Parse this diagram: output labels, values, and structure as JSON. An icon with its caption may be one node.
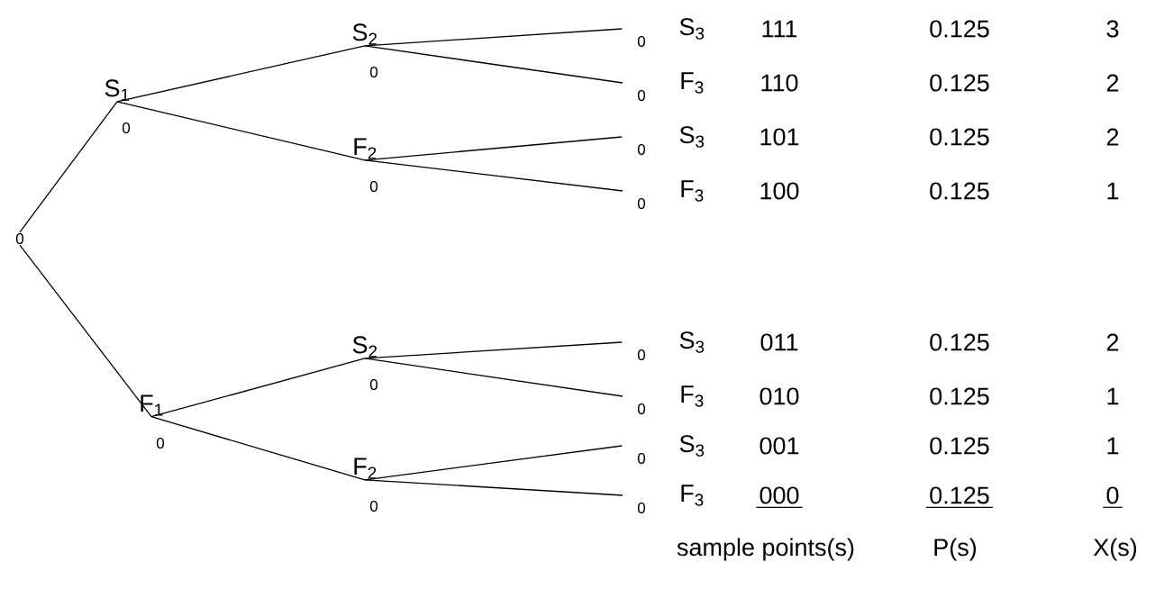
{
  "diagram": {
    "nodes": [
      {
        "text": [
          "0"
        ]
      },
      {
        "text": [
          "S$_{1}$"
        ],
        "beside": [
          "0"
        ]
      },
      {
        "text": [
          "S$_{2}$"
        ],
        "beside": [
          "0"
        ]
      },
      {
        "text": [
          "F$_{2}$"
        ],
        "beside": [
          "0"
        ]
      },
      {
        "text": [
          "S$_{3}$"
        ],
        "beside": [
          "0"
        ]
      },
      {
        "text": [
          "F$_{3}$"
        ],
        "beside": [
          "0"
        ]
      },
      {
        "text": [
          "S$_{3}$"
        ],
        "beside": [
          "0"
        ]
      },
      {
        "text": [
          "F$_{3}$"
        ],
        "beside": [
          "0"
        ]
      },
      {
        "text": [
          "F$_{1}$"
        ],
        "beside": [
          "0"
        ]
      },
      {
        "text": [
          "S$_{2}$"
        ],
        "beside": [
          "0"
        ]
      },
      {
        "text": [
          "F$_{2}$"
        ],
        "beside": [
          "0"
        ]
      },
      {
        "text": [
          "S$_{3}$"
        ],
        "beside": [
          "0"
        ]
      },
      {
        "text": [
          "F$_{3}$"
        ],
        "beside": [
          "0"
        ]
      },
      {
        "text": [
          "S$_{3}$"
        ],
        "beside": [
          "0"
        ]
      },
      {
        "text": [
          "F$_{3}$"
        ],
        "beside": [
          "0"
        ]
      }
    ],
    "edges": [
      {
        "from": 0,
        "to": 1,
        "arrow": "none"
      },
      {
        "from": 0,
        "to": 8,
        "arrow": "none"
      },
      {
        "from": 1,
        "to": 2,
        "arrow": "none"
      },
      {
        "from": 1,
        "to": 3,
        "arrow": "none"
      },
      {
        "from": 2,
        "to": 4,
        "arrow": "none"
      },
      {
        "from": 2,
        "to": 5,
        "arrow": "none"
      },
      {
        "from": 3,
        "to": 6,
        "arrow": "none"
      },
      {
        "from": 3,
        "to": 7,
        "arrow": "none"
      },
      {
        "from": 8,
        "to": 9,
        "arrow": "none"
      },
      {
        "from": 8,
        "to": 10,
        "arrow": "none"
      },
      {
        "from": 9,
        "to": 11,
        "arrow": "none"
      },
      {
        "from": 9,
        "to": 12,
        "arrow": "none"
      },
      {
        "from": 10,
        "to": 13,
        "arrow": "none"
      },
      {
        "from": 10,
        "to": 14,
        "arrow": "none"
      }
    ],
    "labels": [
      "111",
      "0.125",
      "3",
      "110",
      "0.125",
      "2",
      "101",
      "0.125",
      "2",
      "100",
      "0.125",
      "1",
      "011",
      "0.125",
      "2",
      "010",
      "0.125",
      "1",
      "001",
      "0.125",
      "1",
      "000",
      "0.125",
      "0",
      "sample points(s)",
      "P(s)",
      "X(s)"
    ]
  }
}
